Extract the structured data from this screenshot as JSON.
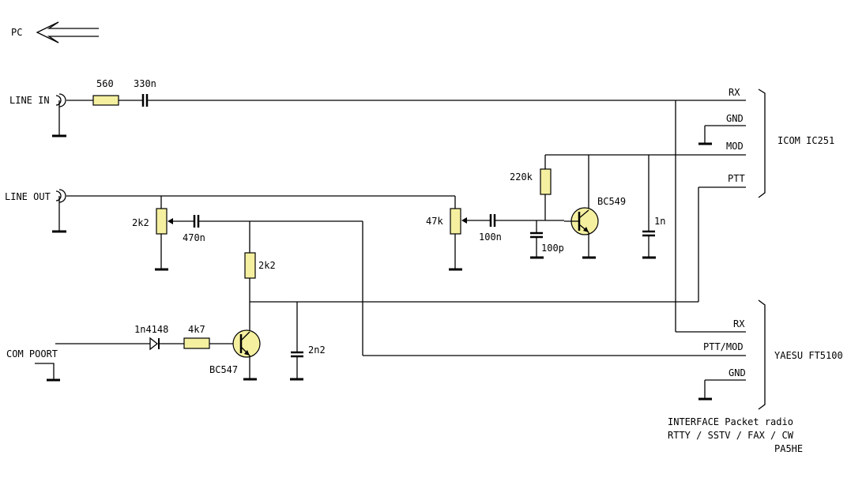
{
  "labels": {
    "pc": "PC",
    "line_in": "LINE IN",
    "line_out": "LINE OUT",
    "com_poort": "COM POORT",
    "r560": "560",
    "c330n": "330n",
    "r220k": "220k",
    "t_bc549": "BC549",
    "c1n": "1n",
    "r2k2_pot": "2k2",
    "c470n": "470n",
    "r2k2": "2k2",
    "pot47k": "47k",
    "c100n": "100n",
    "c100p": "100p",
    "d1n4148": "1n4148",
    "r4k7": "4k7",
    "t_bc547": "BC547",
    "c2n2": "2n2"
  },
  "icom": {
    "name": "ICOM IC251",
    "rx": "RX",
    "gnd": "GND",
    "mod": "MOD",
    "ptt": "PTT"
  },
  "yaesu": {
    "name": "YAESU FT5100",
    "rx": "RX",
    "pttmod": "PTT/MOD",
    "gnd": "GND"
  },
  "footer": {
    "line1": "INTERFACE Packet radio",
    "line2": "RTTY / SSTV / FAX / CW",
    "line3": "PA5HE"
  },
  "colors": {
    "component_fill": "#f5f0a0",
    "wire": "#000000"
  }
}
